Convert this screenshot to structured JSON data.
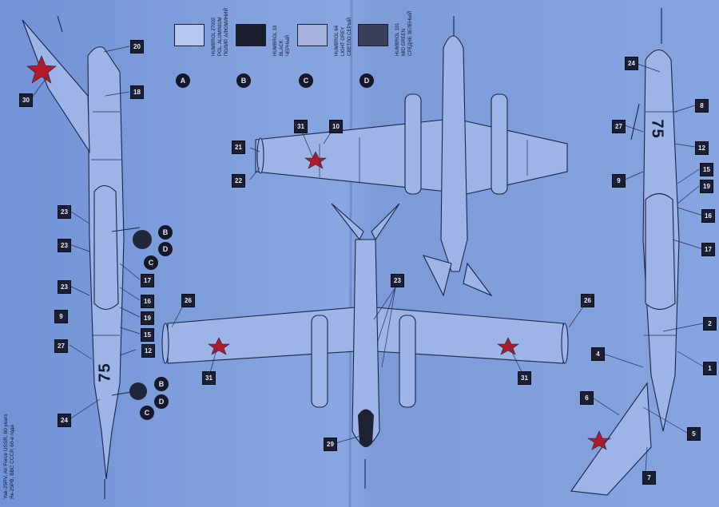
{
  "paints": [
    {
      "letter": "A",
      "code": "HUMBROL 27002",
      "name_en": "POL. ALUMINIUM",
      "name_ru": "ПОЛИР. АЛЮМИНИЙ",
      "color": "#b6c8ef"
    },
    {
      "letter": "B",
      "code": "HUMBROL 33",
      "name_en": "BLACK",
      "name_ru": "ЧЕРНЫЙ",
      "color": "#1a1d2a"
    },
    {
      "letter": "C",
      "code": "HUMBROL 64",
      "name_en": "LIGHT GREY",
      "name_ru": "СВЕТЛО СЕРЫЙ",
      "color": "#a3b3dc"
    },
    {
      "letter": "D",
      "code": "HUMBROL 101",
      "name_en": "MID GREEN",
      "name_ru": "СРЕДНЕ ЗЕЛЕНЫЙ",
      "color": "#3a3f5c"
    }
  ],
  "caption_line1": "Yak-25RV, Air Force USSR, 60 years",
  "caption_line2": "Як-25РВ, ВВС СССР, 60-е года",
  "tail_number": "75",
  "callouts": {
    "c20": "20",
    "c18": "18",
    "c30": "30",
    "c23a": "23",
    "c23b": "23",
    "c23c": "23",
    "c17": "17",
    "c16": "16",
    "c19": "19",
    "c15": "15",
    "c9": "9",
    "c12": "12",
    "c27": "27",
    "c24": "24",
    "c26a": "26",
    "c31a": "31",
    "c31b": "31",
    "c21": "21",
    "c22": "22",
    "c31c": "31",
    "c10": "10",
    "c23d": "23",
    "c29": "29",
    "c26b": "26",
    "r24": "24",
    "r8": "8",
    "r27": "27",
    "r12": "12",
    "r9": "9",
    "r15": "15",
    "r19": "19",
    "r16": "16",
    "r17": "17",
    "r2": "2",
    "r4": "4",
    "r1": "1",
    "r6": "6",
    "r5": "5",
    "r7": "7"
  },
  "badges": {
    "b1": "B",
    "b2": "D",
    "b3": "C",
    "b4": "B",
    "b5": "D",
    "b6": "C"
  }
}
